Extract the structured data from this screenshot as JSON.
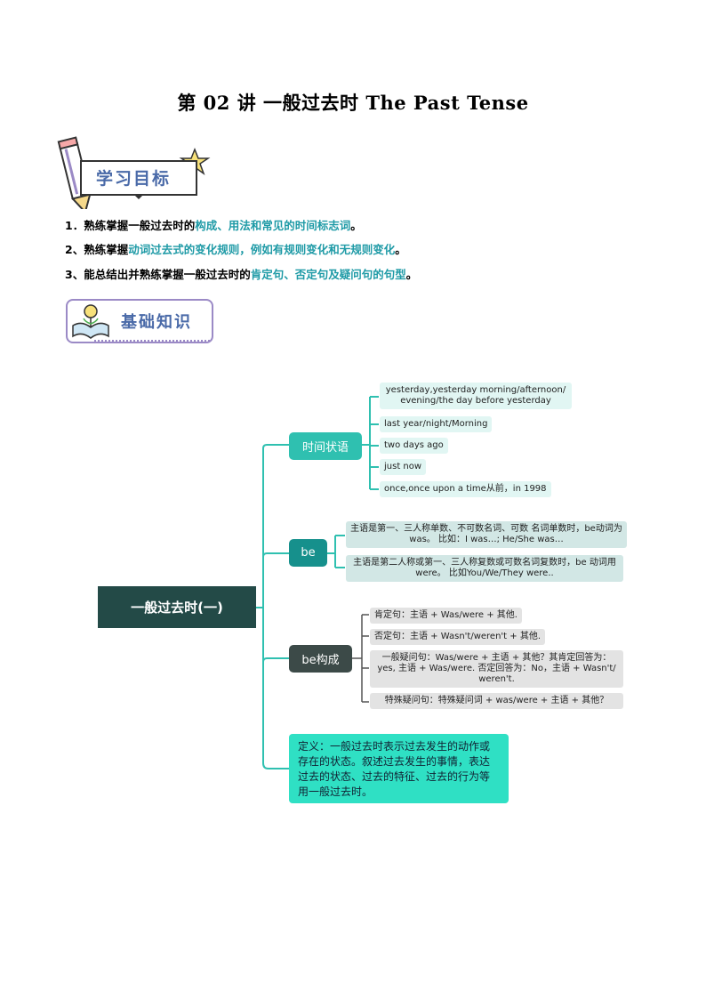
{
  "title": "第 02 讲  一般过去时 The Past Tense",
  "objectives_header": "学习目标",
  "objectives": [
    {
      "prefix": "1．熟练掌握一般过去时的",
      "highlight": "构成、用法和常见的时间标志词",
      "suffix": "。"
    },
    {
      "prefix": "2、熟练掌握",
      "highlight": "动词过去式的变化规则，例如有规则变化和无规则变化",
      "suffix": "。"
    },
    {
      "prefix": "3、能总结出并熟练掌握一般过去时的",
      "highlight": "肯定句、否定句及疑问句的句型",
      "suffix": "。"
    }
  ],
  "knowledge_header": "基础知识",
  "mindmap": {
    "root": "一般过去时(一)",
    "branch_time": "时间状语",
    "time_leaves": [
      "yesterday,yesterday morning/afternoon/ evening/the day before yesterday",
      "last year/night/Morning",
      "two days ago",
      "just now",
      "once,once upon a time从前，in 1998"
    ],
    "branch_be": "be",
    "be_leaves": [
      "主语是第一、三人称单数、不可数名词、可数 名词单数时，be动词为was。 比如：I was…;   He/She was…",
      "主语是第二人称或第一、三人称复数或可数名词复数时，be 动词用were。  比如You/We/They were.."
    ],
    "branch_struct": "be构成",
    "struct_leaves": [
      "肯定句：主语 + Was/were  + 其他.",
      "否定句：主语 +  Wasn't/weren't  + 其他.",
      "一般疑问句：Was/were + 主语 + 其他？其肯定回答为：yes, 主语 + Was/were. 否定回答为：No，主语 + Wasn't/ weren't.",
      "特殊疑问句：特殊疑问词 + was/were + 主语 + 其他？"
    ],
    "definition": "定义：一般过去时表示过去发生的动作或存在的状态。叙述过去发生的事情，表达过去的状态、过去的特征、过去的行为等用一般过去时。"
  },
  "colors": {
    "highlight": "#1e9aa6",
    "root": "#234a47",
    "branch_teal": "#2fc0b0",
    "definition": "#2fe0c4",
    "connector": "#2fc0b0"
  }
}
